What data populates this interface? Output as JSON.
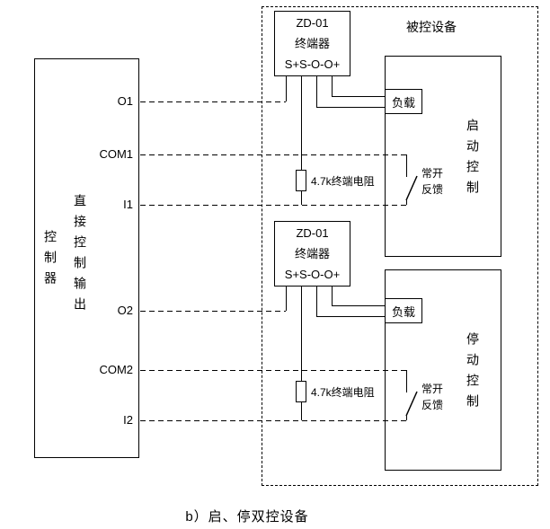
{
  "figure": {
    "caption": "b）启、停双控设备"
  },
  "controller": {
    "name_vertical": "控制器",
    "output_vertical": "直接控制输出",
    "terminals": [
      "O1",
      "COM1",
      "I1",
      "O2",
      "COM2",
      "I2"
    ]
  },
  "controlled_device": {
    "label": "被控设备"
  },
  "terminators": [
    {
      "line1": "ZD-01",
      "line2": "终端器",
      "line3": "S+S-O-O+"
    },
    {
      "line1": "ZD-01",
      "line2": "终端器",
      "line3": "S+S-O-O+"
    }
  ],
  "sections": [
    {
      "load": "负载",
      "resistor": "4.7k终端电阻",
      "feedback_line1": "常开",
      "feedback_line2": "反馈",
      "control": "启动控制"
    },
    {
      "load": "负载",
      "resistor": "4.7k终端电阻",
      "feedback_line1": "常开",
      "feedback_line2": "反馈",
      "control": "停动控制"
    }
  ]
}
